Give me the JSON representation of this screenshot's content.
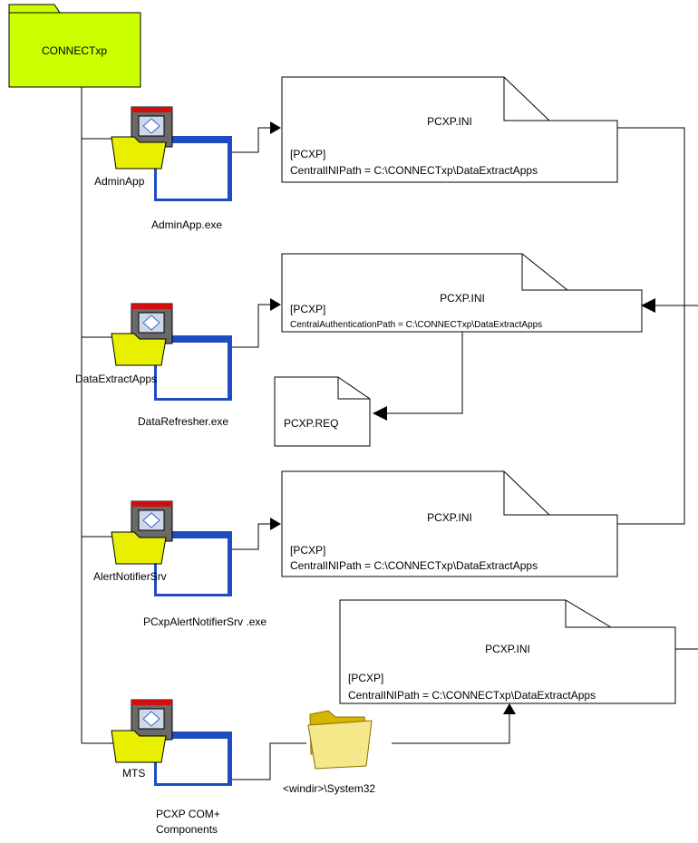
{
  "root": {
    "label": "CONNECTxp"
  },
  "branches": [
    {
      "folder": "AdminApp",
      "exe": "AdminApp.exe",
      "ini": {
        "title": "PCXP.INI",
        "section": "[PCXP]",
        "entry": "CentralINIPath = C:\\CONNECTxp\\DataExtractApps"
      }
    },
    {
      "folder": "DataExtractApps",
      "exe": "DataRefresher.exe",
      "ini": {
        "title": "PCXP.INI",
        "section": "[PCXP]",
        "entry": "CentralAuthenticationPath = C:\\CONNECTxp\\DataExtractApps"
      },
      "req": {
        "title": "PCXP.REQ"
      }
    },
    {
      "folder": "AlertNotifierSrv",
      "exe": "PCxpAlertNotifierSrv .exe",
      "ini": {
        "title": "PCXP.INI",
        "section": "[PCXP]",
        "entry": "CentralINIPath = C:\\CONNECTxp\\DataExtractApps"
      }
    },
    {
      "folder": "MTS",
      "exe_line1": "PCXP COM+",
      "exe_line2": "Components",
      "ini": {
        "title": "PCXP.INI",
        "section": "[PCXP]",
        "entry": "CentralINIPath = C:\\CONNECTxp\\DataExtractApps"
      }
    }
  ],
  "system_folder": {
    "label": "<windir>\\System32"
  },
  "colors": {
    "folder_fill": "#e8f000",
    "root_fill": "#ccff00",
    "window_blue": "#1f4cc0",
    "window_red": "#d01010",
    "line": "#000000"
  }
}
